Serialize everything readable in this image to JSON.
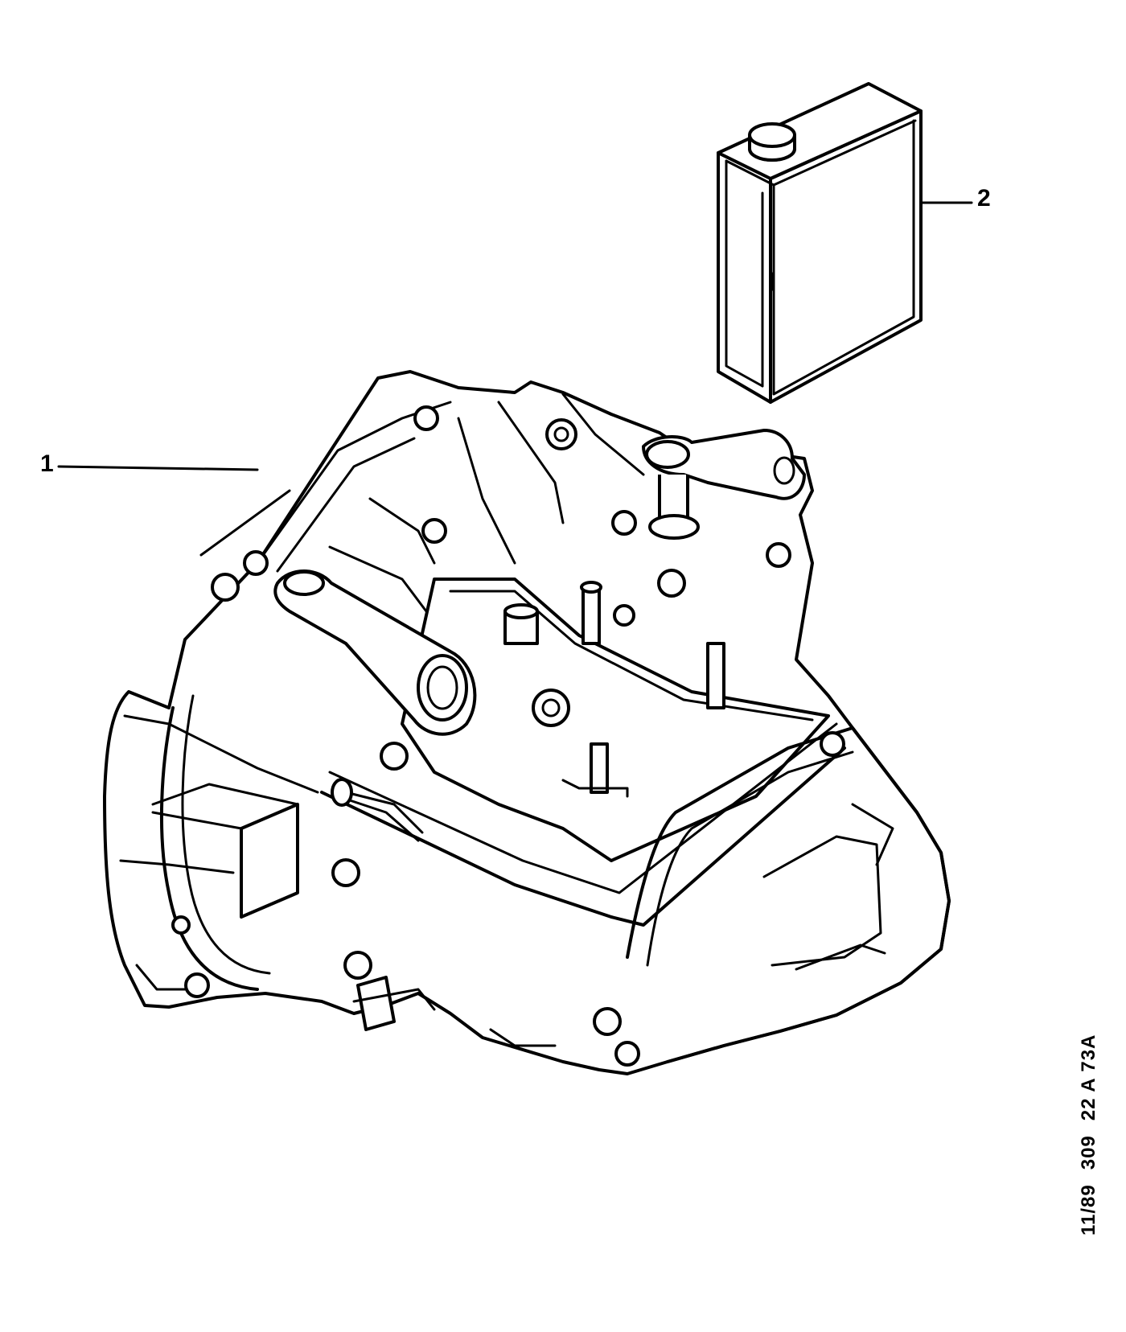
{
  "callouts": [
    {
      "number": "1"
    },
    {
      "number": "2"
    }
  ],
  "reference": {
    "date": "11/89",
    "model": "309",
    "code": "22 A 73A"
  }
}
